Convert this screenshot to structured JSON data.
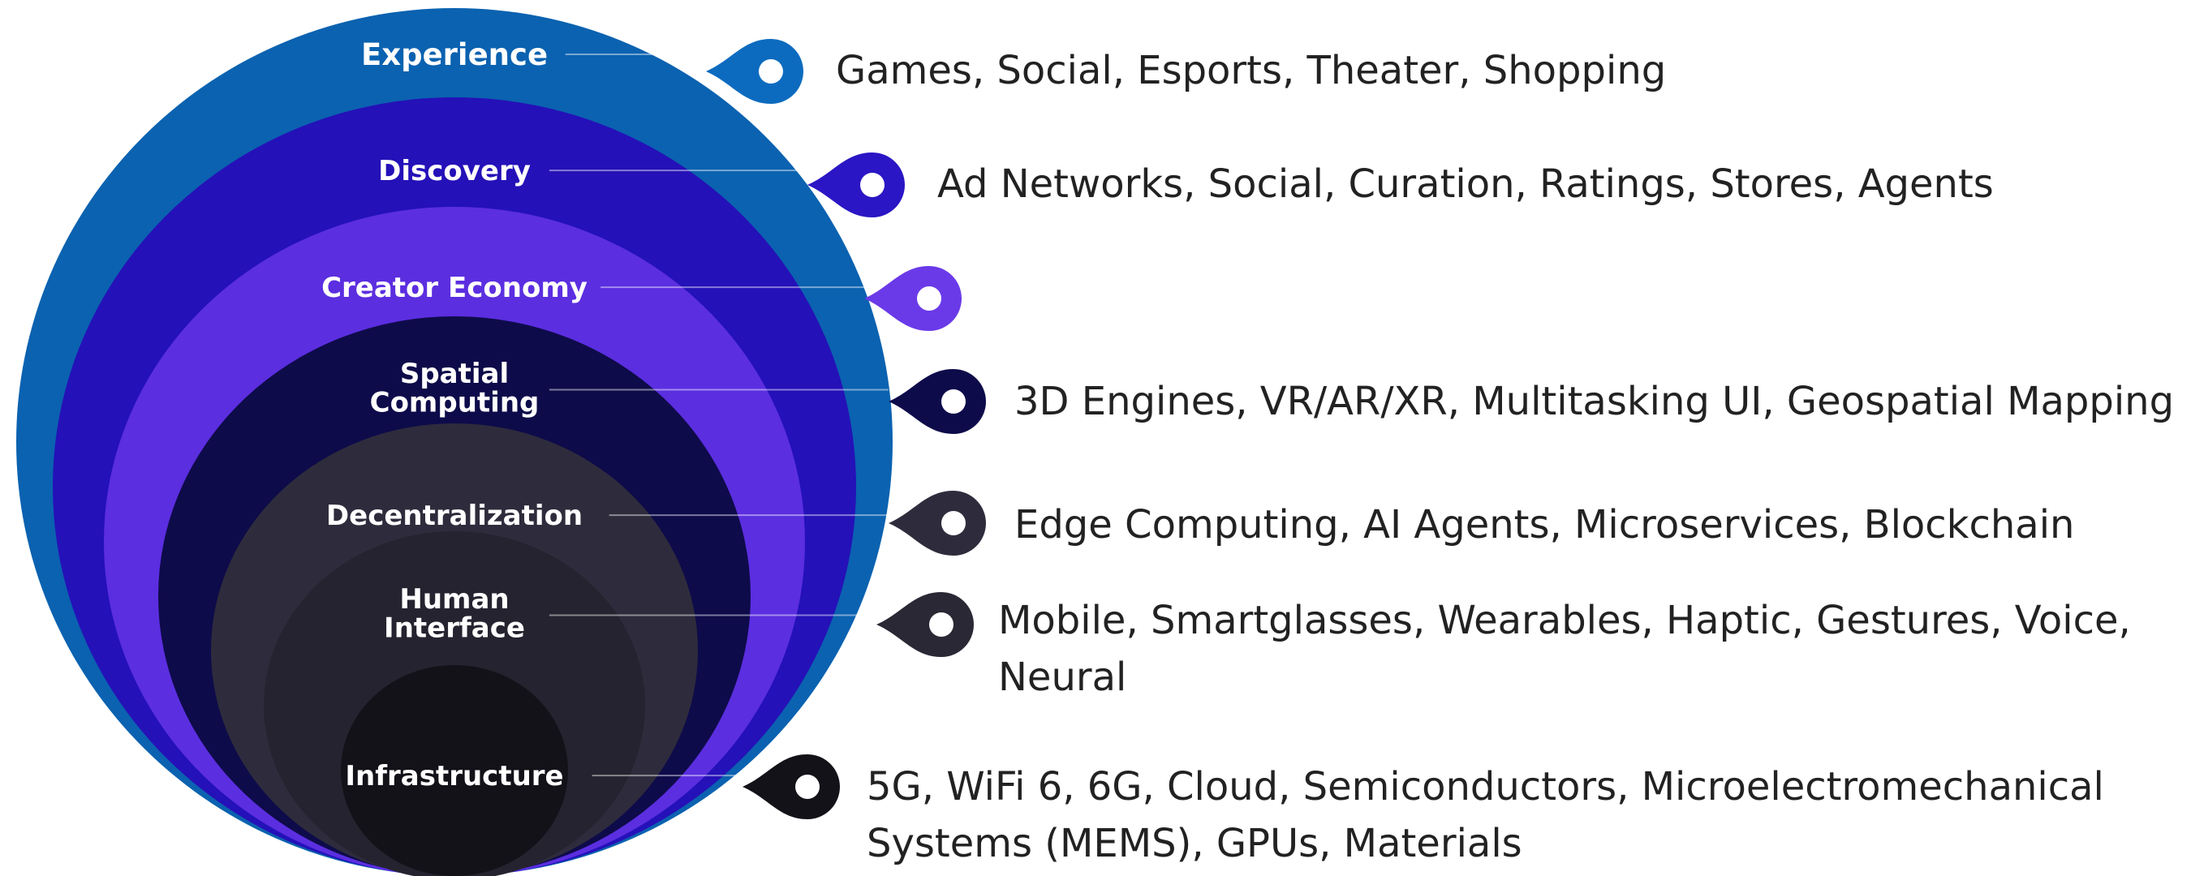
{
  "layers": [
    {
      "label": "Experience",
      "description": "Games, Social, Esports, Theater, Shopping",
      "color": "#0B62B0",
      "pin_color": "#0D6BBF"
    },
    {
      "label": "Discovery",
      "description": "Ad Networks, Social, Curation, Ratings, Stores, Agents",
      "color": "#2411B8",
      "pin_color": "#2A16C4"
    },
    {
      "label": "Creator Economy",
      "description": "",
      "color": "#5B2EE0",
      "pin_color": "#6A3AE8"
    },
    {
      "label": "Spatial\nComputing",
      "description": "3D Engines, VR/AR/XR, Multitasking UI, Geospatial Mapping",
      "color": "#0E0B4A",
      "pin_color": "#0E0B4A"
    },
    {
      "label": "Decentralization",
      "description": "Edge Computing, AI Agents, Microservices, Blockchain",
      "color": "#2E2C3C",
      "pin_color": "#2E2C3C"
    },
    {
      "label": "Human\nInterface",
      "description": "Mobile, Smartglasses, Wearables, Haptic, Gestures, Voice, Neural",
      "color": "#25232F",
      "pin_color": "#2A2834"
    },
    {
      "label": "Infrastructure",
      "description": "5G, WiFi 6, 6G, Cloud, Semiconductors, Microelectromechanical Systems (MEMS), GPUs, Materials",
      "color": "#131218",
      "pin_color": "#131218"
    }
  ]
}
